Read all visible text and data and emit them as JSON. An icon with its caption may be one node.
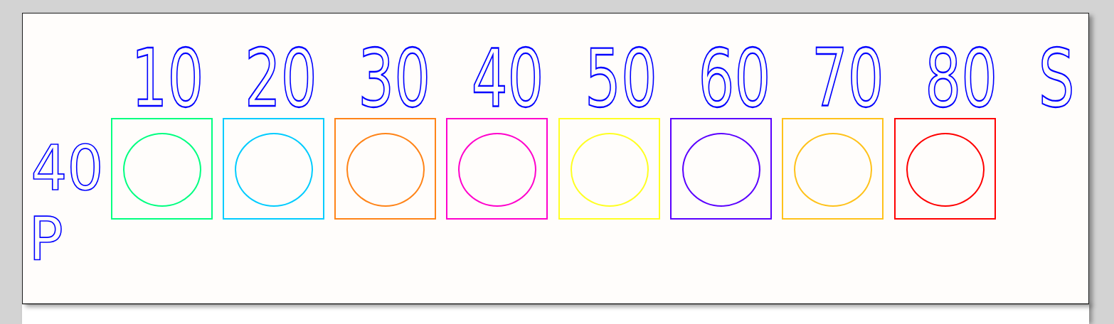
{
  "diagram": {
    "nodes": [
      {
        "text": [],
        "shape": "box"
      },
      {
        "text": [],
        "shape": "circle",
        "in": 0
      },
      {
        "text": [],
        "shape": "box"
      },
      {
        "text": [],
        "shape": "circle",
        "in": 2
      },
      {
        "text": [],
        "shape": "box"
      },
      {
        "text": [],
        "shape": "circle",
        "in": 4
      },
      {
        "text": [],
        "shape": "box"
      },
      {
        "text": [],
        "shape": "circle",
        "in": 6
      },
      {
        "text": [],
        "shape": "box"
      },
      {
        "text": [],
        "shape": "circle",
        "in": 8
      },
      {
        "text": [],
        "shape": "box"
      },
      {
        "text": [],
        "shape": "circle",
        "in": 10
      },
      {
        "text": [],
        "shape": "box"
      },
      {
        "text": [],
        "shape": "circle",
        "in": 12
      },
      {
        "text": [],
        "shape": "box"
      },
      {
        "text": [],
        "shape": "circle",
        "in": 14
      }
    ],
    "edges": [],
    "labels": [
      "10",
      "20",
      "30",
      "40",
      "50",
      "60",
      "70",
      "80",
      "S",
      "40",
      "P"
    ]
  }
}
